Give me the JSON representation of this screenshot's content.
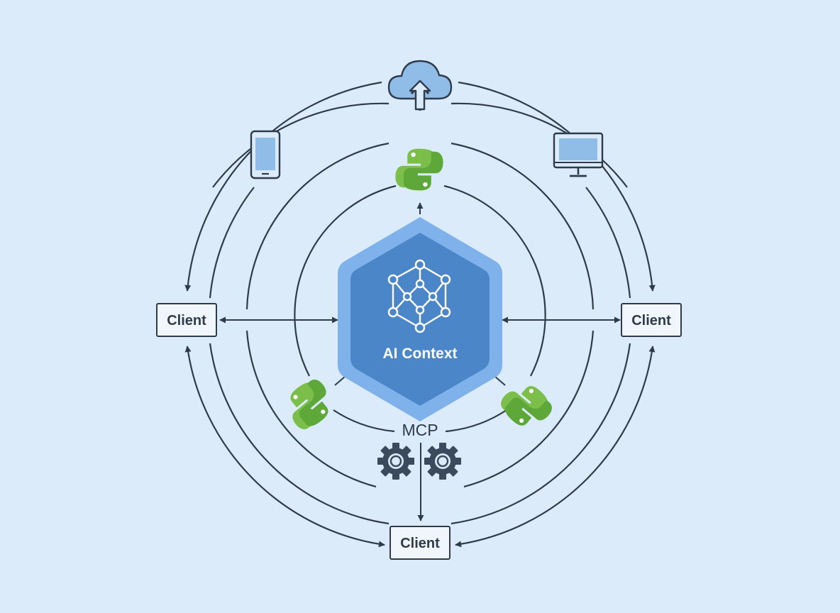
{
  "diagram": {
    "center": {
      "label": "AI Context"
    },
    "protocol": {
      "label": "MCP"
    },
    "clients": {
      "left": {
        "label": "Client"
      },
      "right": {
        "label": "Client"
      },
      "bottom": {
        "label": "Client"
      }
    },
    "icons": {
      "top": "cloud-upload-icon",
      "top_left": "smartphone-icon",
      "top_right": "desktop-monitor-icon",
      "center": "network-graph-icon",
      "python": "python-logo-icon",
      "gear": "gear-icon"
    }
  },
  "colors": {
    "background": "#dcebf9",
    "line": "#2f3b4a",
    "hex_outer": "#7fb2ea",
    "hex_inner": "#4a86c8",
    "python_green": "#7bbf4a",
    "cloud_fill": "#8fbde8",
    "gear": "#3b4a5c"
  }
}
